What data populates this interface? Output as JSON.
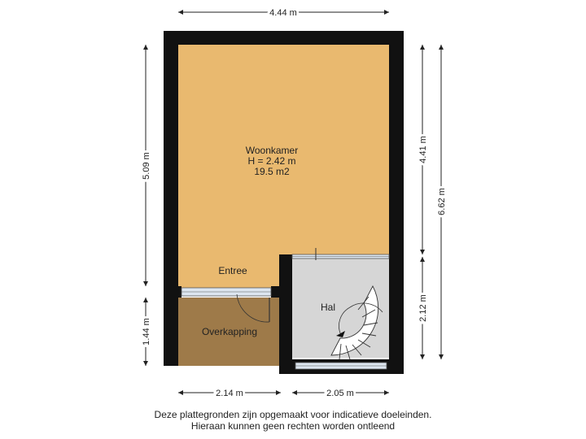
{
  "rooms": {
    "woonkamer": {
      "name": "Woonkamer",
      "height": "H = 2.42 m",
      "area": "19.5 m2"
    },
    "entree": {
      "name": "Entree"
    },
    "hal": {
      "name": "Hal"
    },
    "overkapping": {
      "name": "Overkapping"
    }
  },
  "dimensions": {
    "top_width": "4.44 m",
    "left_upper": "5.09 m",
    "left_lower": "1.44 m",
    "right_upper": "4.41 m",
    "right_lower": "2.12 m",
    "right_total": "6.62 m",
    "bottom_left": "2.14 m",
    "bottom_right": "2.05 m"
  },
  "disclaimer": {
    "line1": "Deze plattegronden zijn opgemaakt voor indicatieve doeleinden.",
    "line2": "Hieraan kunnen geen rechten worden ontleend"
  },
  "colors": {
    "wall": "#111111",
    "woonkamer_fill": "#e9b96f",
    "hal_fill": "#d6d6d6",
    "overkapping_fill": "#9e7a49",
    "window": "#dde6f0",
    "dimension_line": "#222222"
  }
}
